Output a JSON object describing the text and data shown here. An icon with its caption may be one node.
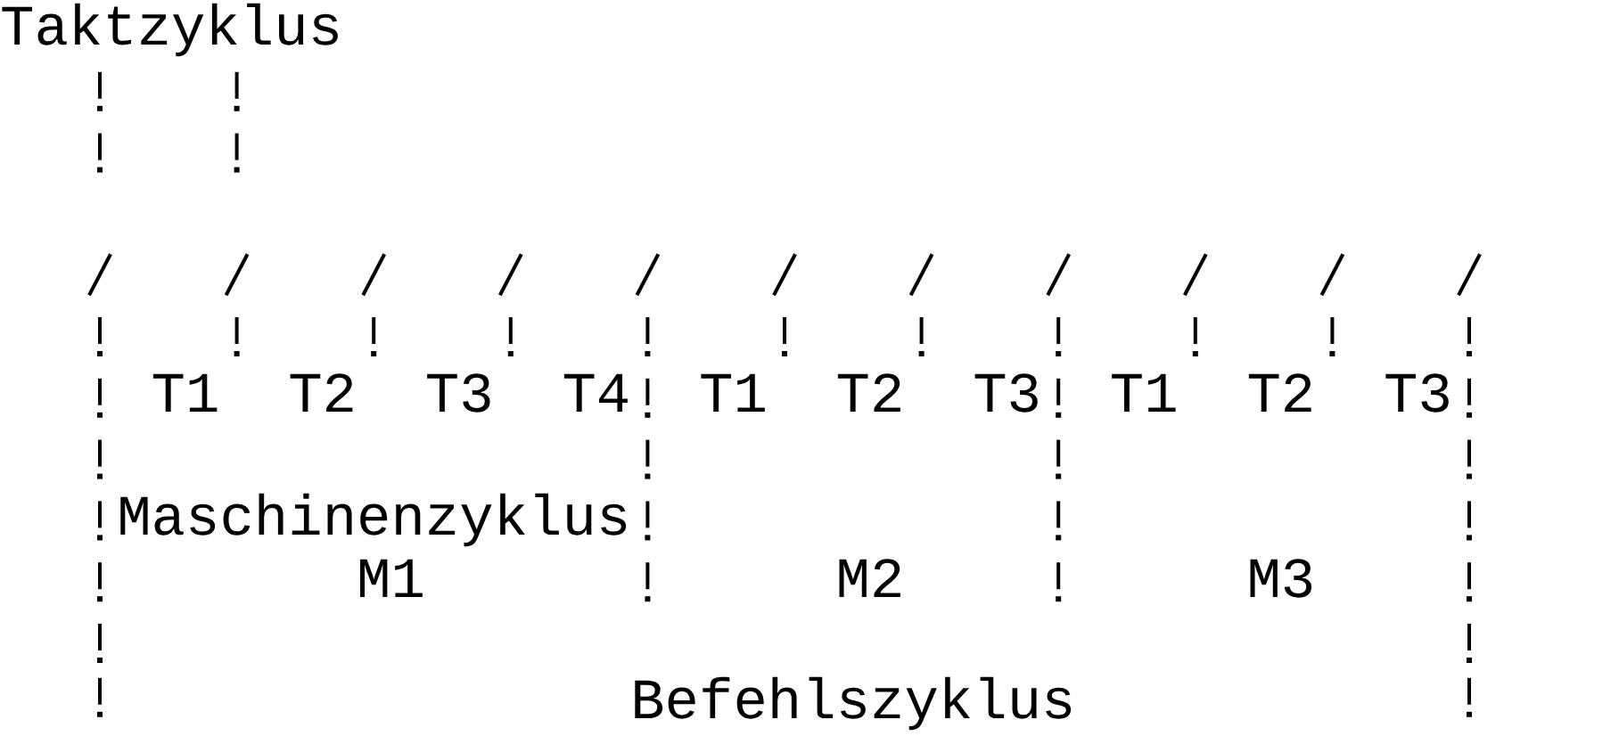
{
  "diagram": {
    "labels": [
      "Taktzyklus",
      "T1",
      "T2",
      "T3",
      "T4",
      "T1",
      "T2",
      "T3",
      "T1",
      "T2",
      "T3",
      "Maschinenzyklus",
      "M1",
      "M2",
      "M3",
      "Befehlszyklus"
    ]
  }
}
